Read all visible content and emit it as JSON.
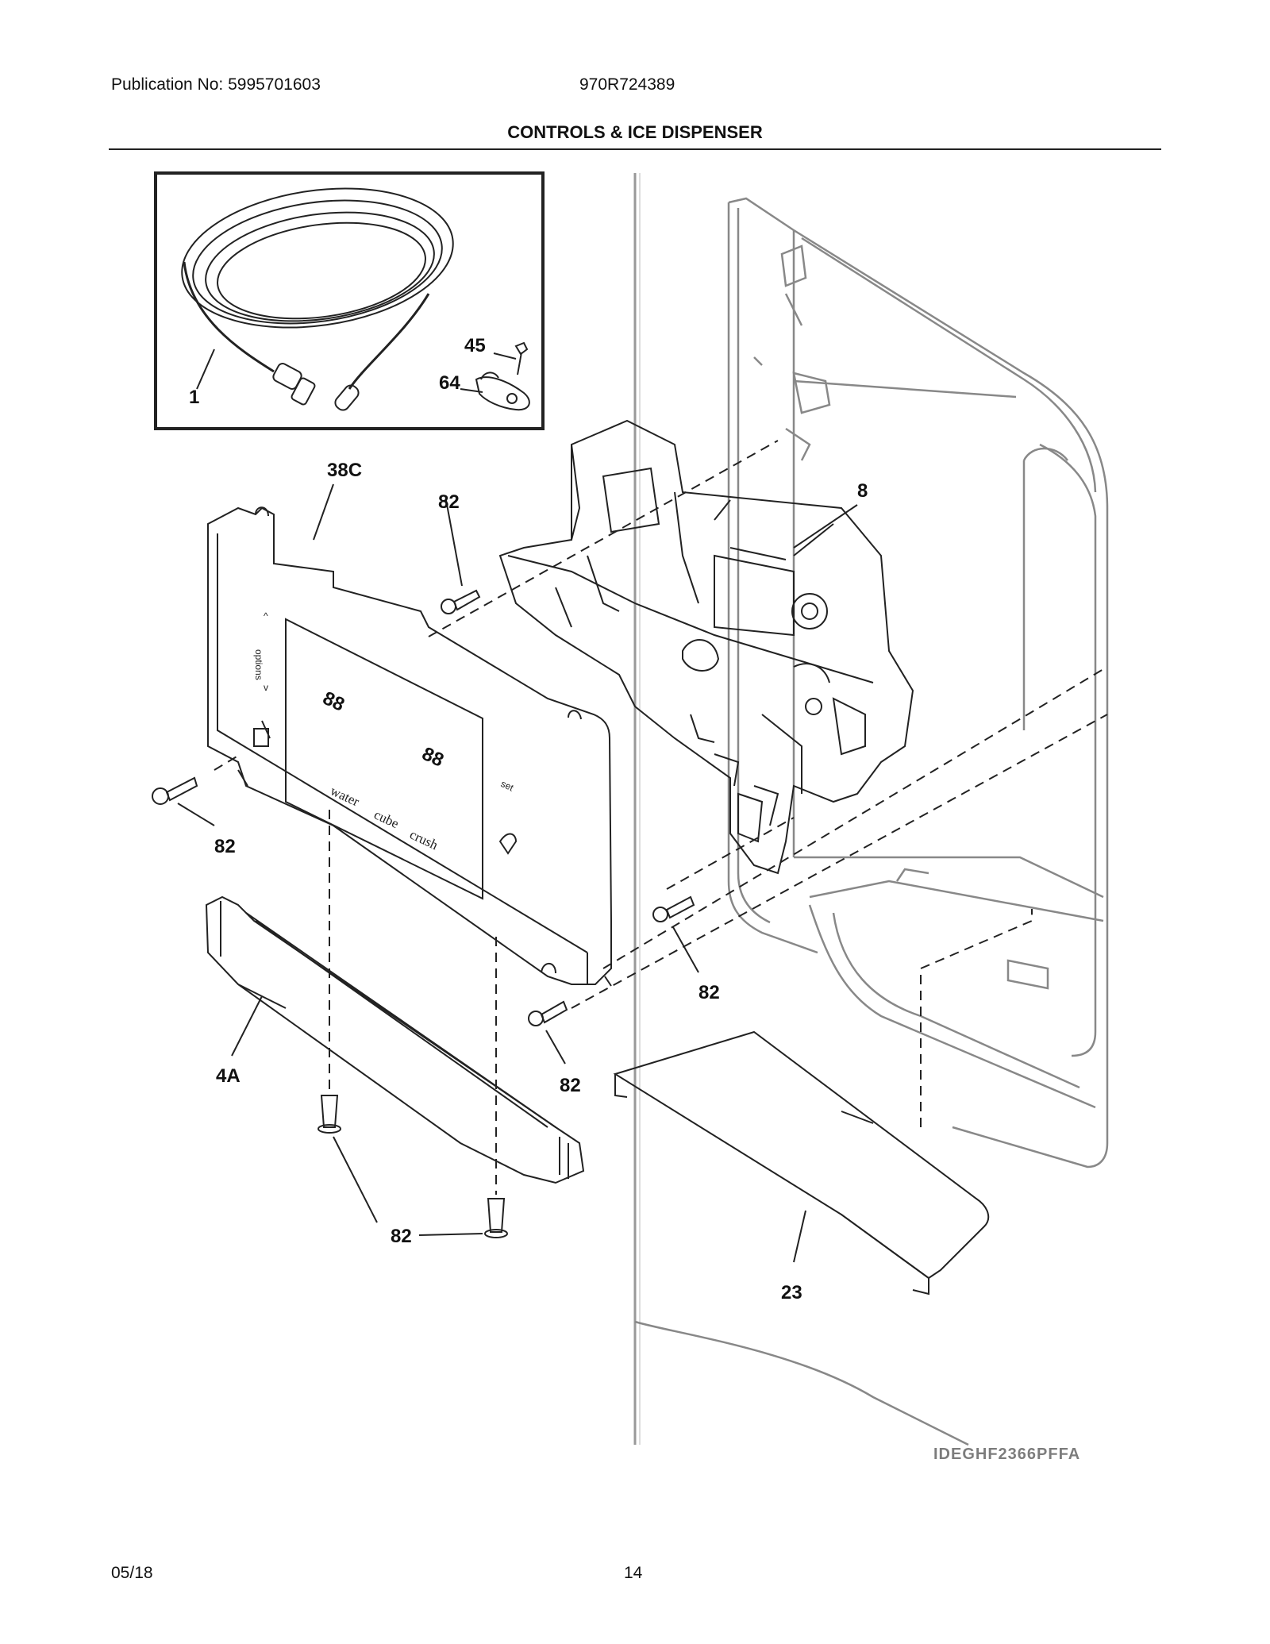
{
  "header": {
    "publication": "Publication No: 5995701603",
    "model": "970R724389",
    "title": "CONTROLS & ICE DISPENSER"
  },
  "callouts": {
    "tubing": "1",
    "screw_inset": "45",
    "clamp": "64",
    "control_panel": "38C",
    "screw_upper": "82",
    "housing": "8",
    "screw_left": "82",
    "trim": "4A",
    "screw_mid_right": "82",
    "screw_lower_right": "82",
    "screw_bottom": "82",
    "drip_tray": "23"
  },
  "panel": {
    "options": "options",
    "water": "water",
    "cube": "cube",
    "crush": "crush",
    "set": "set",
    "display": "88"
  },
  "drawing_code": "IDEGHF2366PFFA",
  "footer": {
    "date": "05/18",
    "page": "14"
  }
}
